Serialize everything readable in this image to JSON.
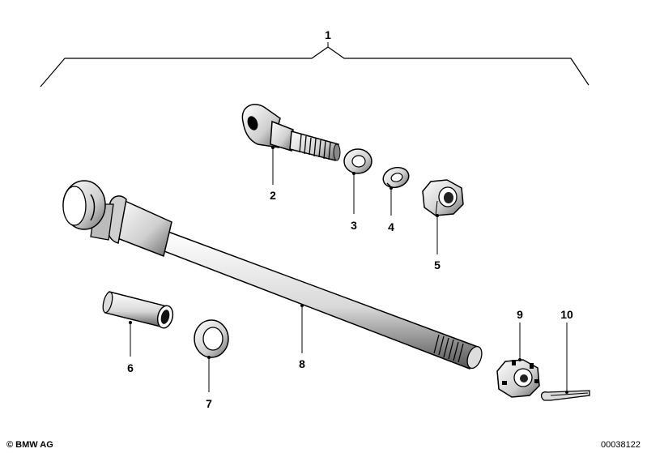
{
  "diagram": {
    "callouts": {
      "c1": "1",
      "c2": "2",
      "c3": "3",
      "c4": "4",
      "c5": "5",
      "c6": "6",
      "c7": "7",
      "c8": "8",
      "c9": "9",
      "c10": "10"
    }
  },
  "footer": {
    "copyright": "© BMW AG",
    "drawing_number": "00038122"
  }
}
